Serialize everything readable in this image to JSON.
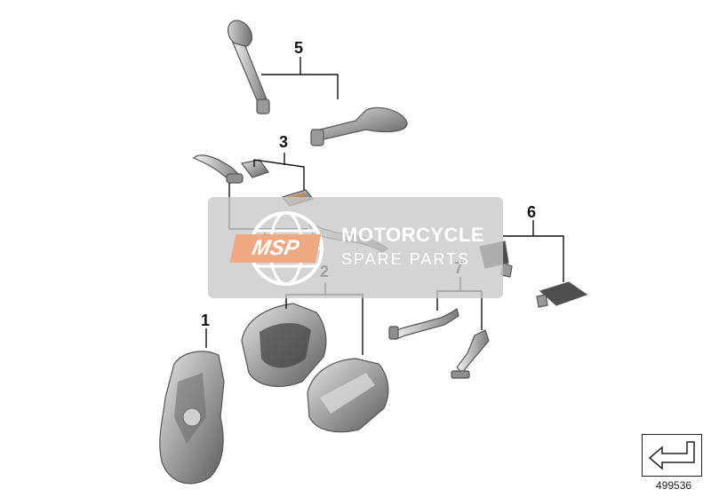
{
  "diagram": {
    "callouts": {
      "c1": "1",
      "c2": "2",
      "c3": "3",
      "c4": "4",
      "c5": "5",
      "c6": "6",
      "c7": "7"
    },
    "diagram_code": "499536"
  },
  "watermark": {
    "brand": "MOTORCYCLE",
    "subtitle": "SPARE PARTS",
    "logo_text": "MSP"
  },
  "colors": {
    "part_gray": "#8c8c8c",
    "part_dark": "#5a5a5a",
    "watermark_bg": "#c8c8c8",
    "logo_accent": "#f0a882"
  },
  "icons": {
    "nav_arrow": "arrow-back-icon"
  }
}
